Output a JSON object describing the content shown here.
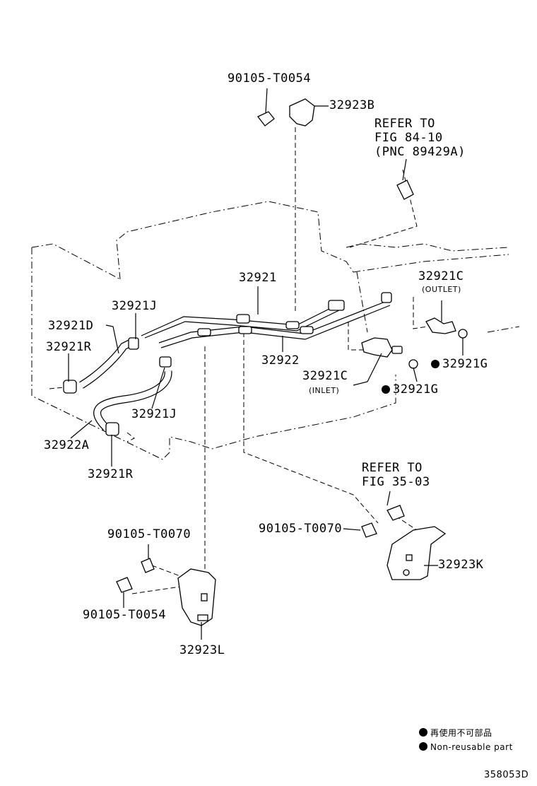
{
  "labels": {
    "b_90105_t0054_top": "90105-T0054",
    "b_32923b": "32923B",
    "refer1_line1": "REFER TO",
    "refer1_line2": "FIG 84-10",
    "refer1_line3": "(PNC 89429A)",
    "l_32921": "32921",
    "l_32921c_out": "32921C",
    "outlet": "(OUTLET)",
    "l_32921j_top": "32921J",
    "l_32921d": "32921D",
    "l_32921r_top": "32921R",
    "l_32922": "32922",
    "l_32921g_right": "32921G",
    "l_32921c_in": "32921C",
    "inlet": "(INLET)",
    "l_32921g_mid": "32921G",
    "l_32921j_bot": "32921J",
    "l_32922a": "32922A",
    "l_32921r_bot": "32921R",
    "refer2_line1": "REFER TO",
    "refer2_line2": "FIG 35-03",
    "b_90105_t0070_left": "90105-T0070",
    "b_90105_t0070_mid": "90105-T0070",
    "l_32923k": "32923K",
    "b_90105_t0054_bot": "90105-T0054",
    "l_32923l": "32923L"
  },
  "legend": {
    "japanese": "再使用不可部品",
    "english": "Non-reusable part"
  },
  "diagram_id": "358053D"
}
